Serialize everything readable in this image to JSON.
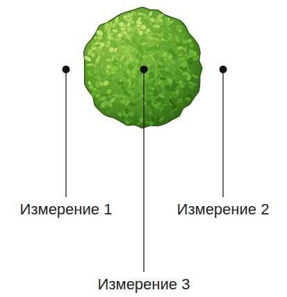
{
  "diagram": {
    "labels": [
      "Измерение 1",
      "Измерение 2",
      "Измерение 3"
    ]
  }
}
